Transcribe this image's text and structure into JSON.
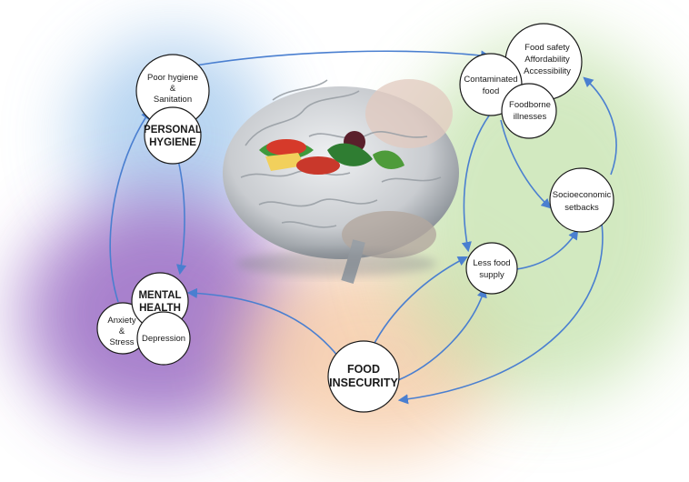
{
  "colors": {
    "blue_region": "#9fc6ec",
    "purple_region": "#9a6cc4",
    "peach_region": "#f6c9a4",
    "green_region": "#bfe0a6",
    "arrow": "#4a7fd0",
    "node_stroke": "#1a1a1a",
    "brain": "#d7d9dc",
    "brain_dark": "#9aa0a6"
  },
  "nodes": {
    "personal_hygiene": {
      "label_lines": [
        "PERSONAL",
        "HYGIENE"
      ]
    },
    "poor_hygiene": {
      "label_lines": [
        "Poor hygiene",
        "&",
        "Sanitation"
      ]
    },
    "mental_health": {
      "label_lines": [
        "MENTAL",
        "HEALTH"
      ]
    },
    "anxiety": {
      "label_lines": [
        "Anxiety",
        "&",
        "Stress"
      ]
    },
    "depression": {
      "label_lines": [
        "Depression"
      ]
    },
    "food_insecurity": {
      "label_lines": [
        "FOOD",
        "INSECURITY"
      ]
    },
    "less_food": {
      "label_lines": [
        "Less food",
        "supply"
      ]
    },
    "socioeconomic": {
      "label_lines": [
        "Socioeconomic",
        "setbacks"
      ]
    },
    "contaminated": {
      "label_lines": [
        "Contaminated",
        "food"
      ]
    },
    "foodborne": {
      "label_lines": [
        "Foodborne",
        "illnesses"
      ]
    },
    "food_safety": {
      "label_lines": [
        "Food safety",
        "Affordability",
        "Accessibility"
      ]
    }
  },
  "center_image": {
    "icon": "brain-with-food-illustration"
  }
}
